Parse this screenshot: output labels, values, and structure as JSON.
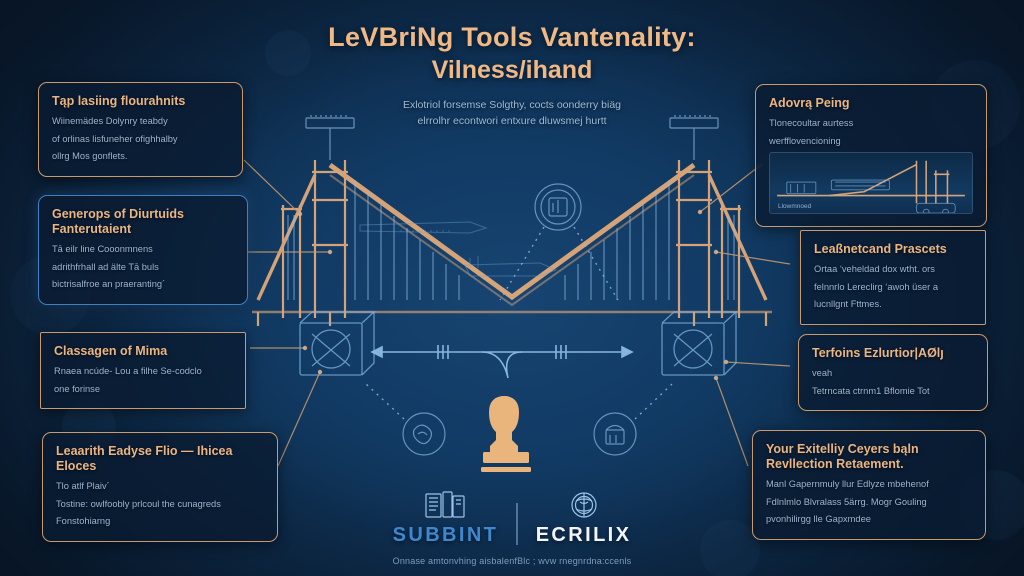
{
  "title": {
    "line1": "LeVBriNg Tools Vantenality:",
    "line2": "Vilness/ihand",
    "subtitle_line1": "Exlotriol forsemse Solgthy, cocts oonderry biäg",
    "subtitle_line2": "elrrolhr econtwori entxure dluwsmej hurtt"
  },
  "callouts": {
    "left": [
      {
        "id": "top-leasing-flourishments",
        "heading": "Tąp lasiing flourahnits",
        "body": [
          "Wiinemädes Dolynry teabdy",
          "of orlinas lisfuneher ofighhalby",
          "ollrg Mos gonflets."
        ],
        "style": "rounded"
      },
      {
        "id": "generops-of-diurtuids",
        "heading": "Generops of Diurtuids Fanterutaient",
        "body": [
          "Tā eilr line Cooonmnens",
          "adrithfrhall ad älte Tā buls",
          "bictrisalfroe an praeranting´"
        ],
        "style": "accent"
      },
      {
        "id": "classagen-of-mima",
        "heading": "Classagen of Mima",
        "body": [
          "Rnaea ncúde- Lou a filhe Se-codclo",
          "one forinse"
        ],
        "style": "square"
      },
      {
        "id": "leaarith-eadyse-flio",
        "heading": "Leaarith Eadyse Flio — Ihicea Eloces",
        "body": [
          "Tlo atlf Plaiv´",
          "Tostine: owlfoobly prlcoul the cunagreds",
          "Fonstohiarng"
        ],
        "style": "rounded"
      }
    ],
    "right": [
      {
        "id": "adovra-peing",
        "heading": "Adovrą Peing",
        "body": [
          "Tlonecoultar aurtess",
          "werfflovencioning"
        ],
        "style": "image",
        "panel_caption": "Llowmnoed"
      },
      {
        "id": "leaqnetcand-prascets",
        "heading": "Leaßnetcand Prascets",
        "body": [
          "Ortaa ʻveheldad dox wtht. ors",
          "felnnrlo Lereclirg ʻawoh üser a",
          "lucnllgnt Fttmes."
        ],
        "style": "square"
      },
      {
        "id": "terfoins-edurtior",
        "heading": "Terfoins Ezlurtior|AØlȷ",
        "body": [
          "veah",
          "Tetrncata ctrnm1 Bflomie Tot"
        ],
        "style": "rounded"
      },
      {
        "id": "your-exitelliy-ceyers",
        "heading": "Your Exitelliy Ceyers bąln Revllection Retaement.",
        "body": [
          "Manl Gapernmuly llur Edlyze mbehenof",
          "Fdlnlmlo Blvralass 5ärrg. Mogr Gouling",
          "pvonhilirgg lle Gapxmdee"
        ],
        "style": "rounded"
      }
    ]
  },
  "diagram": {
    "name": "suspension-bridge-blueprint",
    "center_icon": "stamp-icon",
    "badge_icons": [
      "seal-badge-icon",
      "gears-badge-icon",
      "factory-badge-icon"
    ],
    "colors": {
      "structure": "#dda878",
      "detail_blue": "#7fb4e3",
      "background_core": "#17457a",
      "background_edge": "#0a1b2f",
      "accent_tan": "#efb887",
      "accent_blue": "#3f88cf"
    }
  },
  "footer": {
    "brand_a": "SUBBINT",
    "brand_b": "ECRILIX",
    "note": "Onnase amtonvhing aisbalenfBlc ; wvw rnegnrdna:ccenls"
  }
}
